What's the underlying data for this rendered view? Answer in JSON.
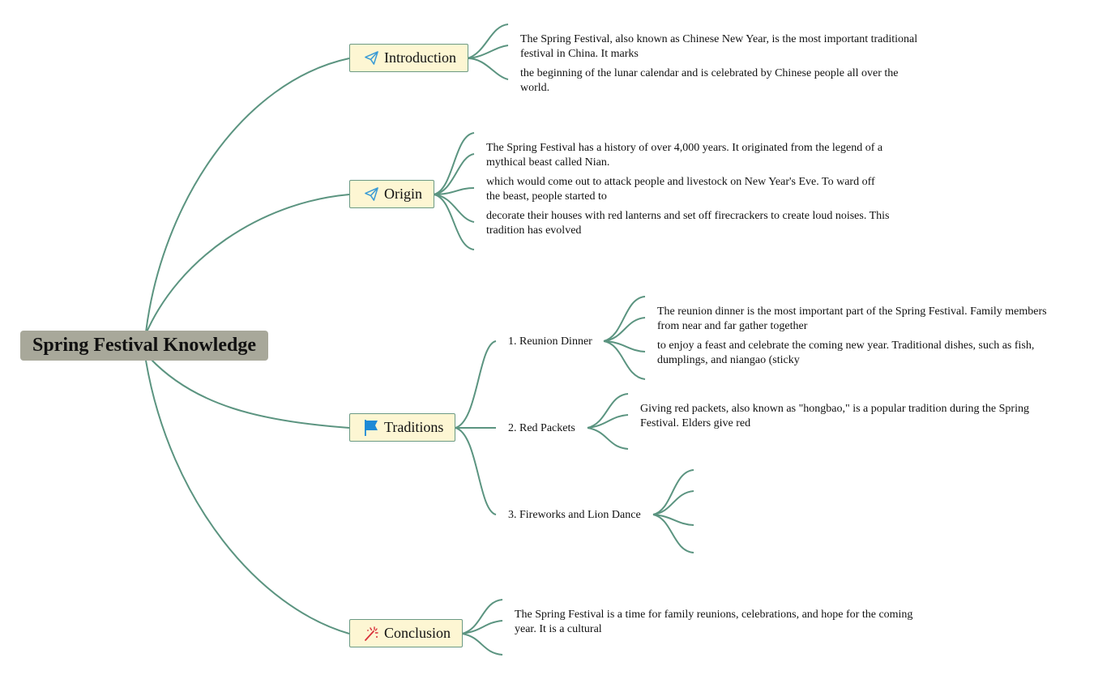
{
  "root": {
    "label": "Spring Festival Knowledge"
  },
  "topics": {
    "introduction": {
      "label": "Introduction",
      "icon": "paper-plane-icon",
      "leaves": [
        "The Spring Festival, also known as Chinese New Year, is the most important traditional festival in China. It marks",
        "the beginning of the lunar calendar and is celebrated by Chinese people all over the world."
      ]
    },
    "origin": {
      "label": "Origin",
      "icon": "paper-plane-icon",
      "leaves": [
        "The Spring Festival has a history of over 4,000 years. It originated from the legend of a mythical beast called Nian.",
        "which would come out to attack people and livestock on New Year's Eve. To ward off the beast, people started to",
        "decorate their houses with red lanterns and set off firecrackers to create loud noises. This tradition has evolved"
      ]
    },
    "traditions": {
      "label": "Traditions",
      "icon": "flag-icon",
      "subtopics": {
        "reunion": {
          "label": "1. Reunion Dinner",
          "leaves": [
            "The reunion dinner is the most important part of the Spring Festival. Family members from near and far gather together",
            "to enjoy a feast and celebrate the coming new year. Traditional dishes, such as fish, dumplings, and niangao (sticky"
          ]
        },
        "red_packets": {
          "label": "2. Red Packets",
          "leaves": [
            "Giving red packets, also known as \"hongbao,\" is a popular tradition during the Spring Festival. Elders give red"
          ]
        },
        "fireworks": {
          "label": "3. Fireworks and Lion Dance"
        }
      }
    },
    "conclusion": {
      "label": "Conclusion",
      "icon": "magic-wand-icon",
      "leaves": [
        "The Spring Festival is a time for family reunions, celebrations, and hope for the coming year. It is a cultural"
      ]
    }
  },
  "colors": {
    "branch": "#5b9480",
    "root_fill": "#a8a89a",
    "topic_fill": "#fdf6d3",
    "topic_border": "#6b9a84",
    "plane_icon": "#3a9bd5",
    "flag_icon": "#1e8ad6",
    "wand_icon": "#d8303a"
  }
}
